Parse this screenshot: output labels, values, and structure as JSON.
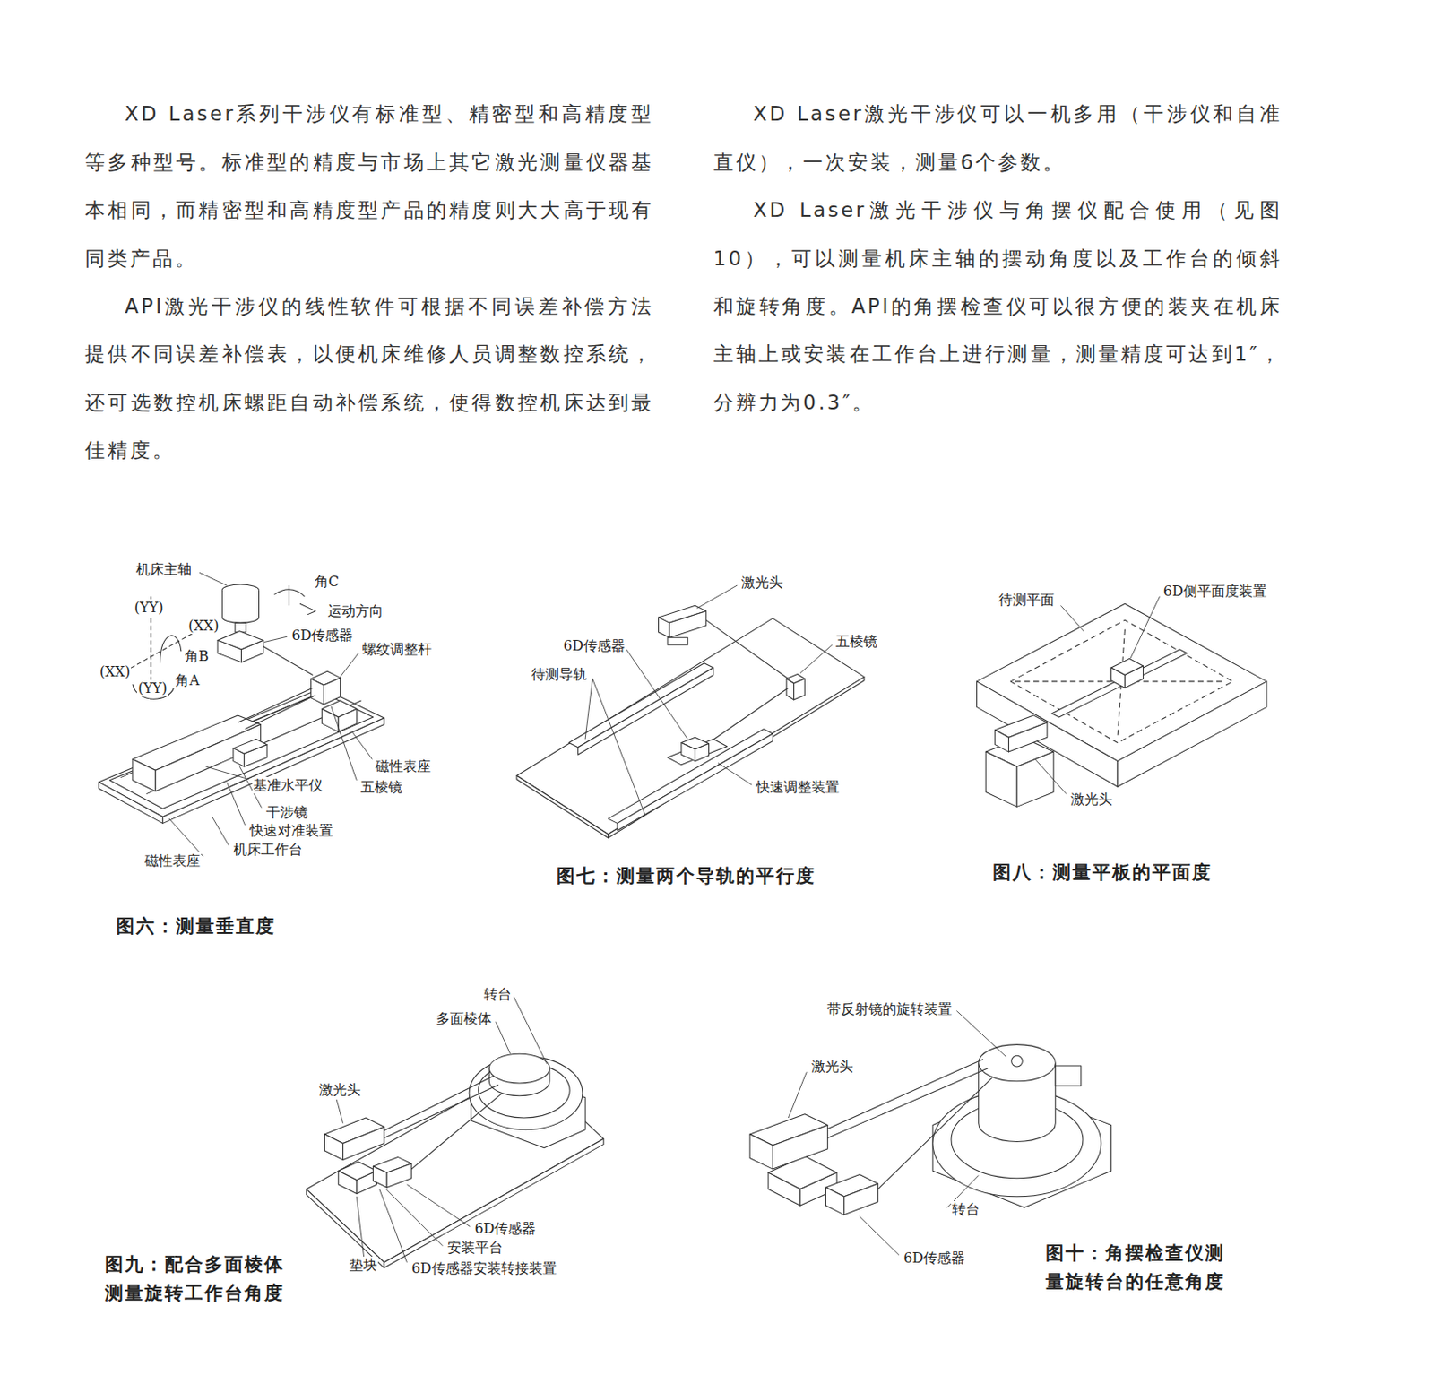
{
  "diagram": {
    "labels": [
      "XD  Laser系列干涉仪有标准型、精密型和高精度型等多种型号。标准型的精度与市场上其它激光测量仪器基本相同，而精密型和高精度型产品的精度则大大高于现有同类产品。",
      "API激光干涉仪的线性软件可根据不同误差补偿方法提供不同误差补偿表，以便机床维修人员调整数控系统，还可选数控机床螺距自动补偿系统，使得数控机床达到最佳精度。",
      "XD  Laser激光干涉仪可以一机多用（干涉仪和自准直仪），一次安装，测量6个参数。",
      "XD  Laser激光干涉仪与角摆仪配合使用（见图10），可以测量机床主轴的摆动角度以及工作台的倾斜和旋转角度。API的角摆检查仪可以很方便的装夹在机床主轴上或安装在工作台上进行测量，测量精度可达到1″，分辨力为0.3″。",
      "机床主轴",
      "角C",
      "运动方向",
      "6D传感器",
      "螺纹调整杆",
      "(YY)",
      "(XX)",
      "角B",
      "(XX)",
      "角A",
      "(YY)",
      "基准水平仪",
      "磁性表座",
      "五棱镜",
      "干涉镜",
      "快速对准装置",
      "机床工作台",
      "磁性表座",
      "图六：测量垂直度",
      "激光头",
      "6D传感器",
      "待测导轨",
      "五棱镜",
      "快速调整装置",
      "图七：测量两个导轨的平行度",
      "待测平面",
      "6D侧平面度装置",
      "激光头",
      "图八：测量平板的平面度",
      "转台",
      "多面棱体",
      "激光头",
      "6D传感器",
      "安装平台",
      "垫块",
      "6D传感器安装转接装置",
      "图九：配合多面棱体测量旋转工作台角度",
      "带反射镜的旋转装置",
      "激光头",
      "转台",
      "6D传感器",
      "图十：角摆检查仪测量旋转台的任意角度"
    ]
  }
}
